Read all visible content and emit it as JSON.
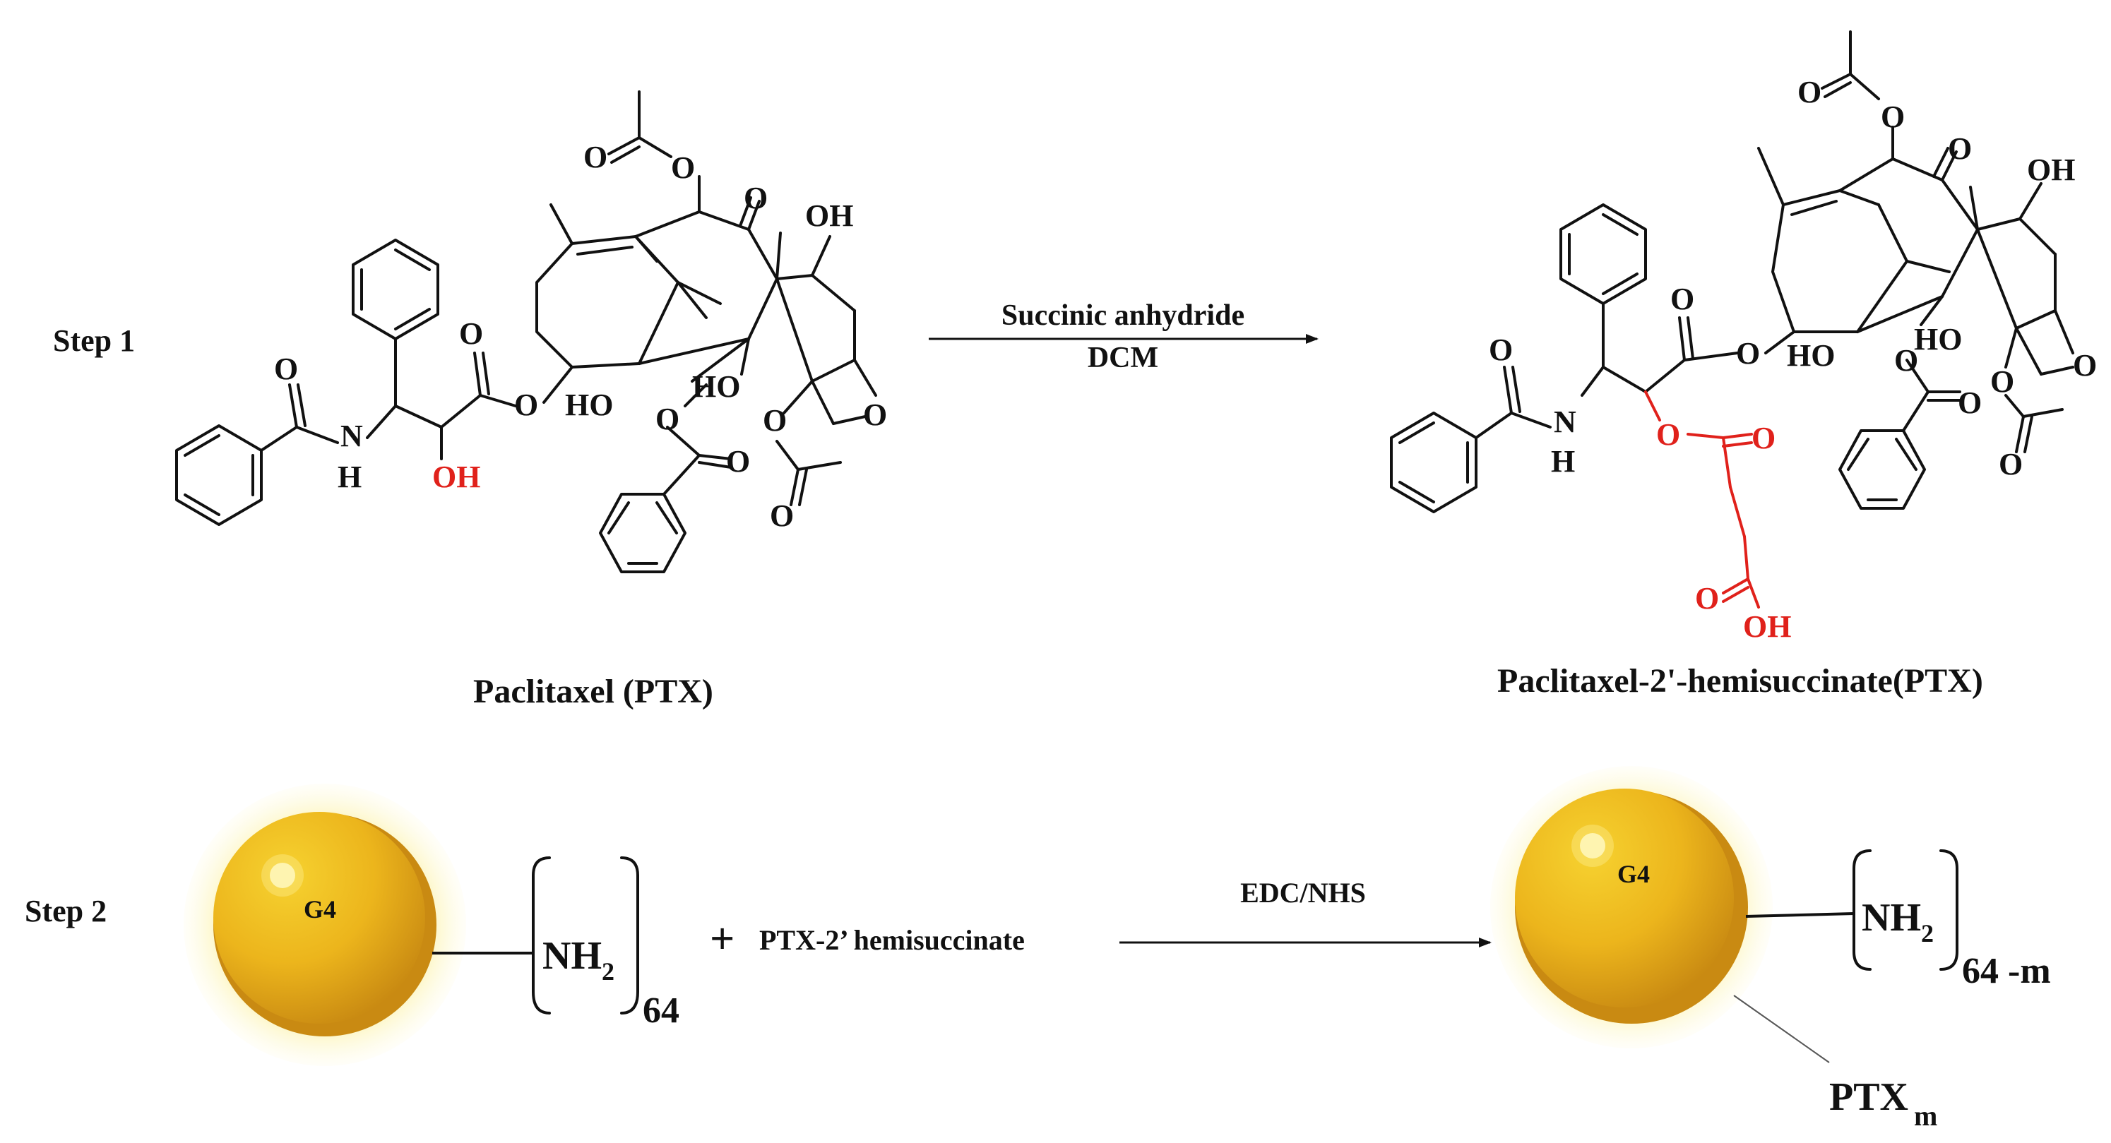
{
  "step1": {
    "label": "Step 1",
    "reagent": "Succinic anhydride",
    "solvent": "DCM",
    "reactant_name": "Paclitaxel (PTX)",
    "product_name": "Paclitaxel-2'-hemisuccinate(PTX)"
  },
  "step2": {
    "label": "Step 2",
    "core_label": "G4",
    "amine": "NH",
    "amine_sub": "2",
    "amine_count": "64",
    "plus": "+",
    "coreactant": "PTX-2’ hemisuccinate",
    "reagent": "EDC/NHS",
    "product_amine_count": "64 -m",
    "drug": "PTX",
    "drug_sub": "m"
  },
  "atoms": {
    "O": "O",
    "OH": "OH",
    "HO": "HO",
    "N": "N",
    "H": "H"
  },
  "colors": {
    "highlight": "#e0211b",
    "sphere": "#f0b81a",
    "sphere_edge": "#c98a12",
    "glow": "#fbf2a8"
  }
}
